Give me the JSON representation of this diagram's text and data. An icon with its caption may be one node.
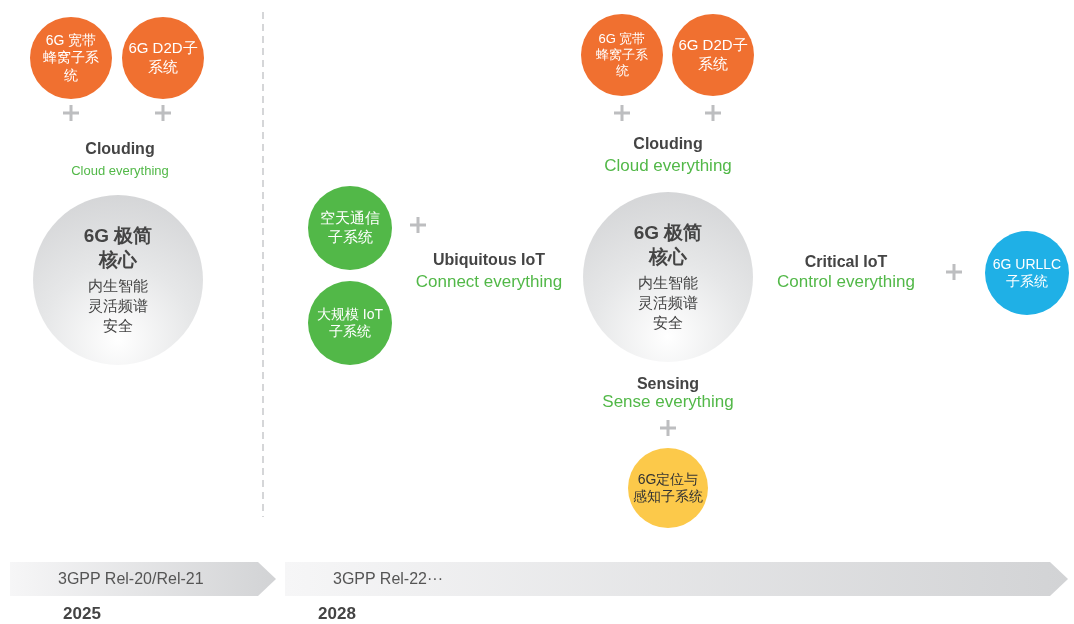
{
  "diagram": {
    "nodes": [
      {
        "text": [
          "6G 宽带蜂窝子系统"
        ]
      },
      {
        "text": [
          "6G D2D子系统"
        ]
      },
      {
        "text": [
          "6G 极简核心",
          "内生智能",
          "灵活频谱",
          "安全"
        ]
      },
      {
        "text": [
          "空天通信子系统"
        ]
      },
      {
        "text": [
          "大规模 IoT子系统"
        ]
      },
      {
        "text": [
          "6G 宽带蜂窝子系统"
        ]
      },
      {
        "text": [
          "6G D2D子系统"
        ]
      },
      {
        "text": [
          "6G 极简核心",
          "内生智能",
          "灵活频谱",
          "安全"
        ]
      },
      {
        "text": [
          "6G URLLC子系统"
        ]
      },
      {
        "text": [
          "6G定位与感知子系统"
        ]
      },
      {
        "text": [
          "3GPP Rel-20/Rel-21"
        ]
      },
      {
        "text": [
          "3GPP Rel-22···"
        ]
      }
    ],
    "labels": [
      "Clouding",
      "Cloud everything",
      "Ubiquitous IoT",
      "Connect everything",
      "Clouding",
      "Cloud everything",
      "Critical IoT",
      "Control everything",
      "Sensing",
      "Sense everything",
      "2025",
      "2028"
    ]
  }
}
